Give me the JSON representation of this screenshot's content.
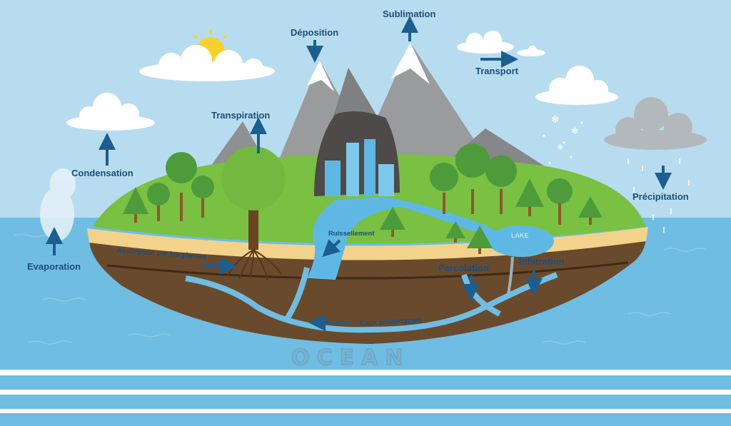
{
  "labels": {
    "sublimation": "Sublimation",
    "deposition": "Déposition",
    "transport": "Transport",
    "transpiration": "Transpiration",
    "condensation": "Condensation",
    "precipitation": "Précipitation",
    "evaporation": "Evaporation",
    "ruissellement": "Ruissellement",
    "absorption": "Absorption par les plantes",
    "percolation": "Percolation",
    "infiltration": "Infiltration",
    "eaux_souterraines": "Eaux souterraines",
    "lake": "LAKE",
    "ocean": "OCEAN"
  },
  "colors": {
    "sky": "#b8dcef",
    "ocean": "#6fbde3",
    "label": "#1c4f7a",
    "arrow": "#1c5e8f",
    "grass": "#7ac043",
    "soil": "#6a4a2c",
    "water": "#5fb8e4"
  }
}
